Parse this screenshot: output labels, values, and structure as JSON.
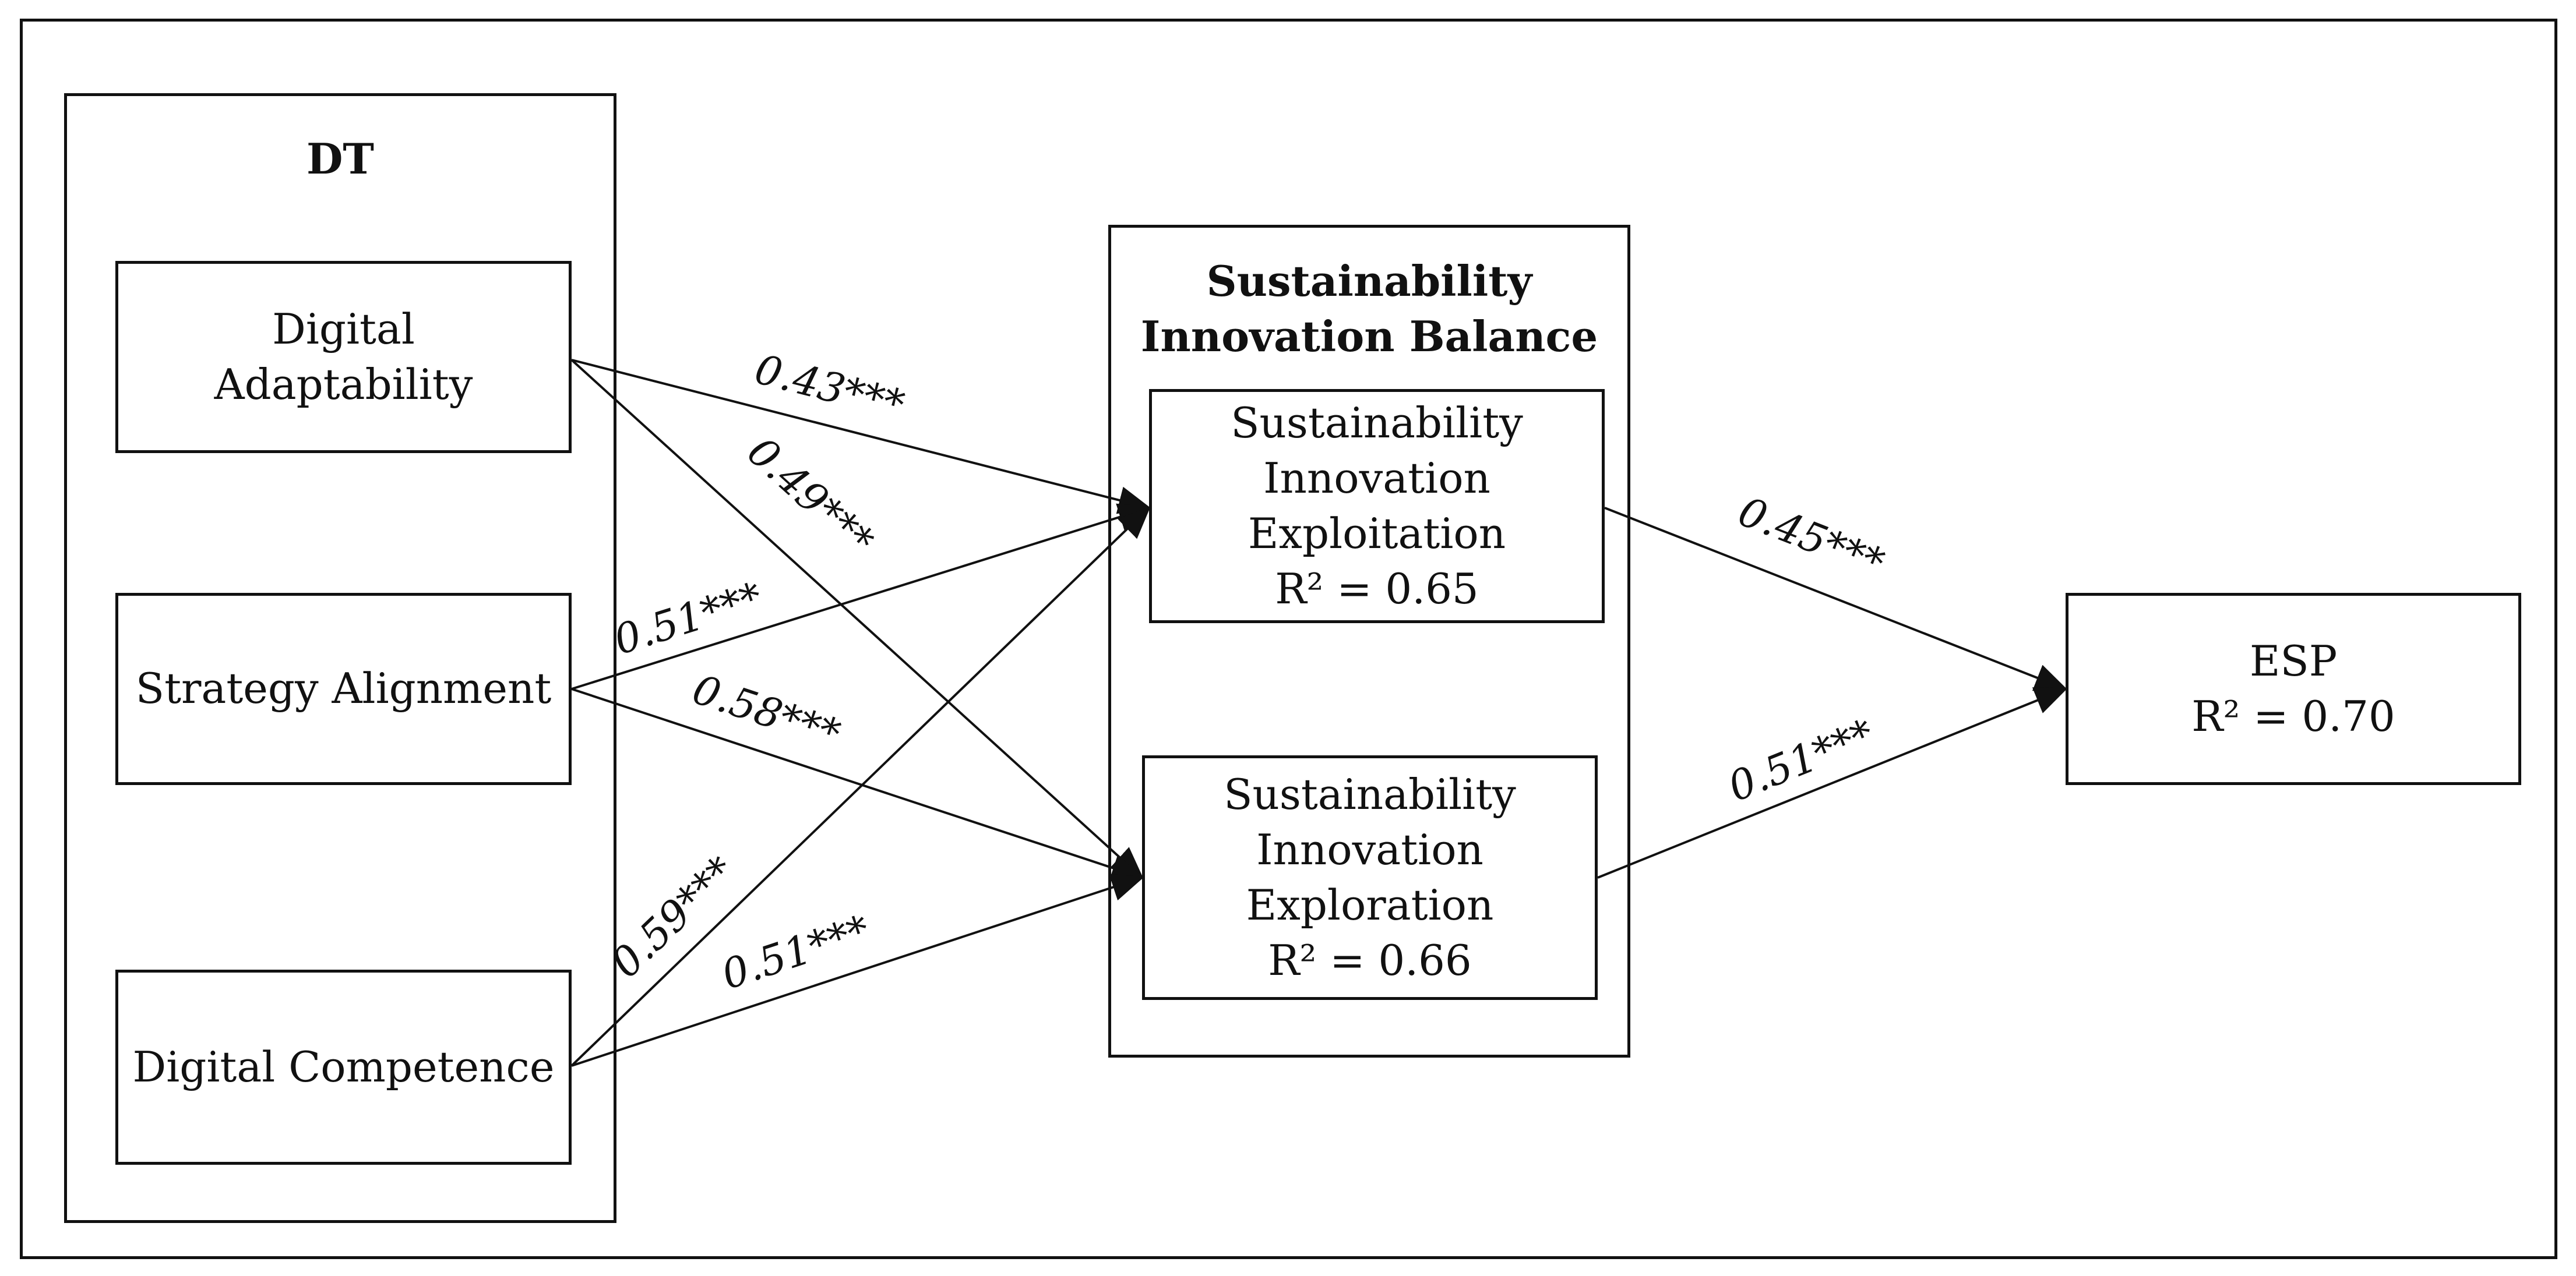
{
  "groups": {
    "dt": {
      "title": "DT"
    },
    "sib": {
      "title_lines": [
        "Sustainability",
        "Innovation Balance"
      ]
    }
  },
  "nodes": {
    "digital_adaptability": {
      "lines": [
        "Digital",
        "Adaptability"
      ]
    },
    "strategy_alignment": {
      "lines": [
        "Strategy Alignment"
      ]
    },
    "digital_competence": {
      "lines": [
        "Digital Competence"
      ]
    },
    "exploitation": {
      "lines": [
        "Sustainability",
        "Innovation",
        "Exploitation",
        "R² = 0.65"
      ]
    },
    "exploration": {
      "lines": [
        "Sustainability",
        "Innovation",
        "Exploration",
        "R² = 0.66"
      ]
    },
    "esp": {
      "lines": [
        "ESP",
        "R² = 0.70"
      ]
    }
  },
  "edges": [
    {
      "from": "digital_adaptability",
      "to": "exploitation",
      "label": "0.43***"
    },
    {
      "from": "digital_adaptability",
      "to": "exploration",
      "label": "0.49***"
    },
    {
      "from": "strategy_alignment",
      "to": "exploitation",
      "label": "0.51***"
    },
    {
      "from": "strategy_alignment",
      "to": "exploration",
      "label": "0.58***"
    },
    {
      "from": "digital_competence",
      "to": "exploitation",
      "label": "0.59***"
    },
    {
      "from": "digital_competence",
      "to": "exploration",
      "label": "0.51***"
    },
    {
      "from": "exploitation",
      "to": "esp",
      "label": "0.45***"
    },
    {
      "from": "exploration",
      "to": "esp",
      "label": "0.51***"
    }
  ]
}
